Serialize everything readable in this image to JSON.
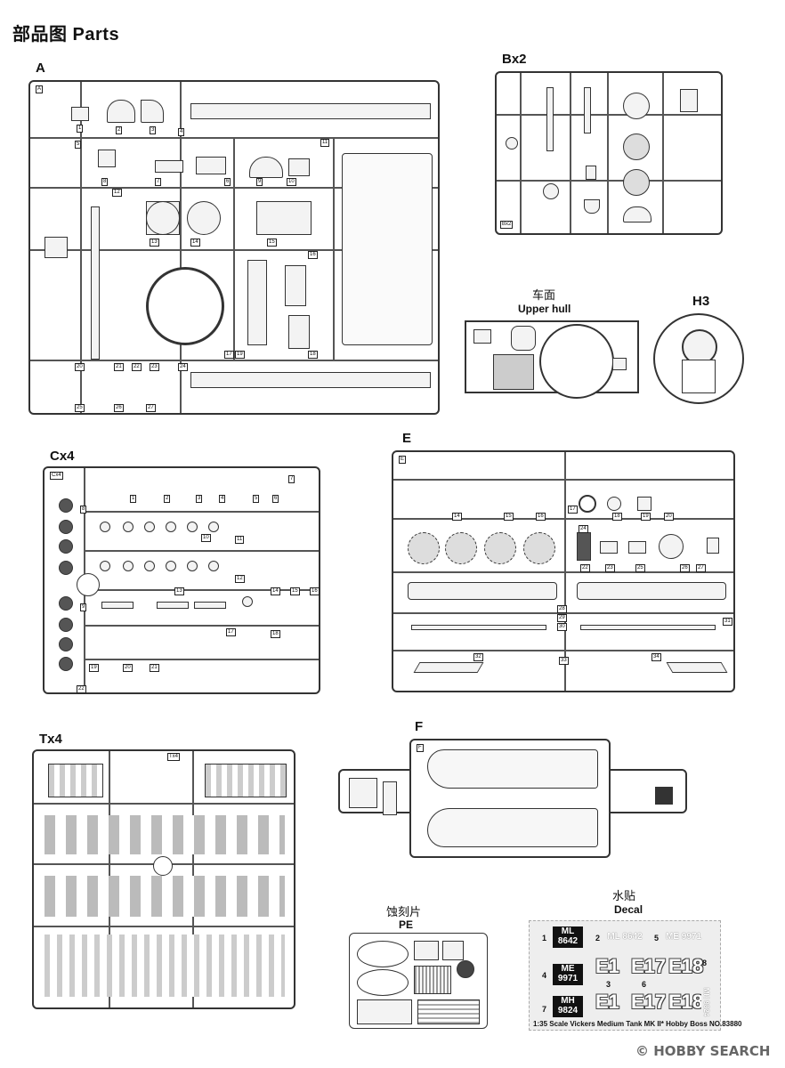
{
  "header": {
    "title": "部品图 Parts"
  },
  "sprues": {
    "a": {
      "label": "A"
    },
    "b": {
      "label": "Bx2"
    },
    "upper_hull": {
      "label_cn": "车面",
      "label": "Upper hull"
    },
    "h": {
      "label": "H3"
    },
    "c": {
      "label": "Cx4"
    },
    "e": {
      "label": "E"
    },
    "t": {
      "label": "Tx4"
    },
    "f": {
      "label": "F"
    },
    "pe": {
      "label_cn": "蚀刻片",
      "label": "PE"
    }
  },
  "sprue_a_numbers": [
    "1",
    "2",
    "3",
    "4",
    "5",
    "6",
    "7",
    "8",
    "9",
    "10",
    "11",
    "12",
    "13",
    "14",
    "15",
    "16",
    "17",
    "18",
    "19",
    "20",
    "21",
    "22",
    "23",
    "24",
    "25",
    "26",
    "27"
  ],
  "sprue_c_numbers": [
    "1",
    "2",
    "3",
    "4",
    "5",
    "6",
    "7",
    "8",
    "9",
    "10",
    "11",
    "12",
    "13",
    "14",
    "15",
    "16",
    "17",
    "18",
    "19",
    "20",
    "21",
    "22"
  ],
  "sprue_e_numbers": [
    "14",
    "15",
    "16",
    "17",
    "18",
    "19",
    "20",
    "22",
    "23",
    "24",
    "25",
    "26",
    "27",
    "28",
    "29",
    "30",
    "31",
    "32",
    "33",
    "34"
  ],
  "decal": {
    "label_cn": "水贴",
    "label": "Decal",
    "plates": [
      "ML\n8642",
      "ML 8642",
      "ME 9971",
      "ME\n9971",
      "MH\n9824",
      "MH 9824"
    ],
    "codes": [
      "E1",
      "E17",
      "E18"
    ],
    "numbers": [
      "1",
      "2",
      "3",
      "4",
      "5",
      "6",
      "7",
      "8"
    ],
    "footer": "1:35 Scale Vickers Medium Tank MK II*  Hobby Boss NO.83880"
  },
  "watermark": "© HOBBY SEARCH"
}
